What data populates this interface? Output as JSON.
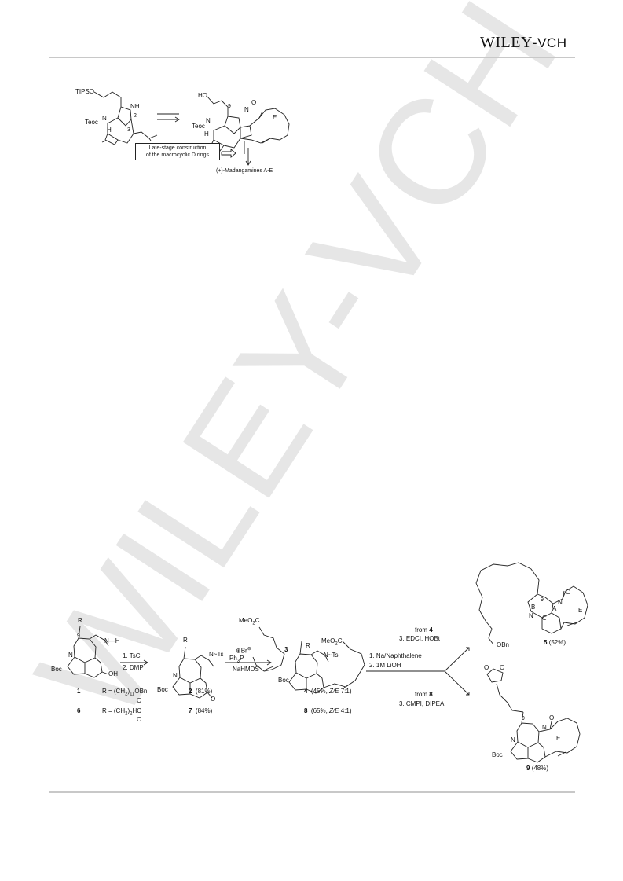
{
  "header": {
    "publisher_main": "WILEY",
    "publisher_suffix": "-VCH"
  },
  "watermark": {
    "text": "WILEY-VCH",
    "color": "#e6e6e6"
  },
  "top_scheme": {
    "start_labels": {
      "tips": "TIPSO",
      "nh": "NH",
      "n": "N",
      "teoc": "Teoc",
      "h": "H",
      "c2": "2",
      "c3": "3"
    },
    "product_labels": {
      "ho": "HO",
      "c9": "9",
      "n_right": "N",
      "o": "O",
      "ring_e": "E",
      "n_left": "N",
      "teoc": "Teoc",
      "h": "H"
    },
    "box_line1": "Late-stage construction",
    "box_line2": "of the macrocyclic D rings",
    "final_product": "(+)-Madangamines A-E"
  },
  "bottom_scheme": {
    "cmpd1": {
      "r": "R",
      "c9": "9",
      "nh": "N—H",
      "boc": "Boc",
      "n": "N",
      "oh": "OH"
    },
    "step1": {
      "line1": "1. TsCl",
      "line2": "2. DMP"
    },
    "cmpd2": {
      "r": "R",
      "nts": "N",
      "ts": "Ts",
      "boc": "Boc",
      "n": "N",
      "o": "O"
    },
    "reagent3": {
      "meo2c": "MeO",
      "co2": "C",
      "br": "Br",
      "ph3p": "Ph",
      "p": "P",
      "num": "3",
      "base": "NaHMDS"
    },
    "cmpd4": {
      "r": "R",
      "meo2c": "MeO",
      "co2": "C",
      "n": "N",
      "ts": "Ts",
      "boc": "Boc"
    },
    "step2": {
      "line1": "1. Na/Naphthalene",
      "line2": "2. 1M LiOH"
    },
    "branch_up": {
      "from": "from ",
      "from_num": "4",
      "reagents": "3. EDCI, HOBt"
    },
    "branch_down": {
      "from": "from ",
      "from_num": "8",
      "reagents": "3. CMPI, DIPEA"
    },
    "cmpd5": {
      "c9": "9",
      "n": "N",
      "o": "O",
      "ring_b": "B",
      "ring_a": "A",
      "ring_c": "C",
      "ring_e": "E",
      "obn": "OBn",
      "num": "5",
      "yield": "(52%)"
    },
    "cmpd9": {
      "c9": "9",
      "n": "N",
      "o": "O",
      "ring_e": "E",
      "boc": "Boc",
      "num": "9",
      "yield": "(48%)"
    },
    "rows": [
      {
        "num": "1",
        "r_prefix": "R = (CH",
        "r_sub1": "2",
        "r_mid": ")",
        "r_sub2": "11",
        "r_suffix": "OBn",
        "prod_num": "2",
        "prod_yield": "(81%)",
        "next_num": "4",
        "next_yield": "(45%, ",
        "next_ze": "Z/E",
        "next_ratio": " 7:1)"
      },
      {
        "num": "6",
        "r_prefix": "R = (CH",
        "r_sub1": "2",
        "r_mid": ")",
        "r_sub2": "2",
        "r_suffix": "HC",
        "prod_num": "7",
        "prod_yield": "(84%)",
        "next_num": "8",
        "next_yield": "(65%, ",
        "next_ze": "Z/E",
        "next_ratio": " 4:1)"
      }
    ],
    "dioxolane_o": "O"
  }
}
